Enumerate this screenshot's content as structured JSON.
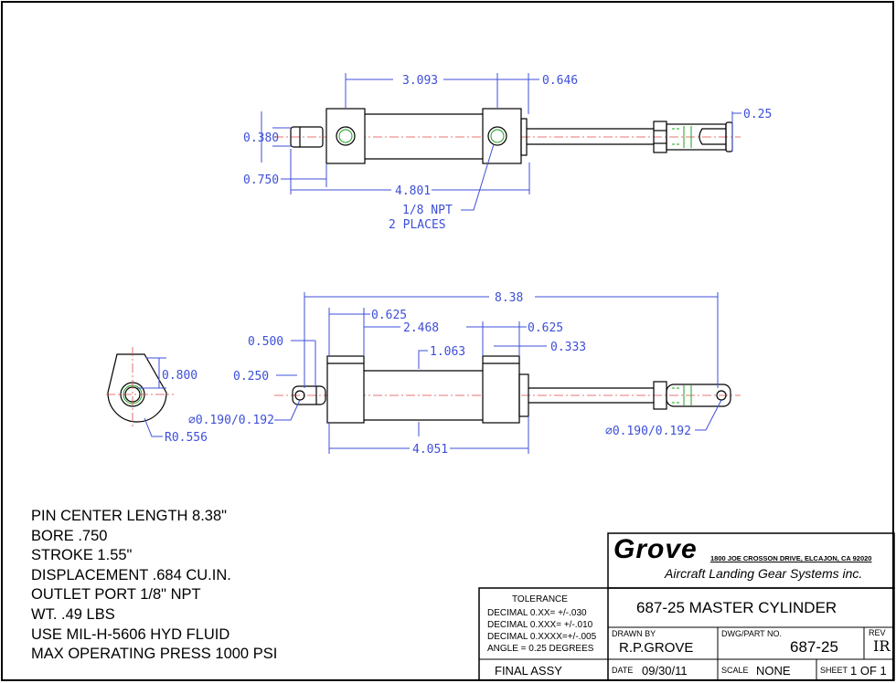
{
  "top_view": {
    "dim_3093": "3.093",
    "dim_0646": "0.646",
    "dim_025": "0.25",
    "dim_0380": "0.380",
    "dim_0750": "0.750",
    "dim_4801": "4.801",
    "port_note_line1": "1/8 NPT",
    "port_note_line2": "2 PLACES"
  },
  "side_view": {
    "dim_838": "8.38",
    "dim_0625a": "0.625",
    "dim_2468": "2.468",
    "dim_0625b": "0.625",
    "dim_0500": "0.500",
    "dim_1063": "1.063",
    "dim_0333": "0.333",
    "dim_0250": "0.250",
    "dim_pin_left": "⌀0.190/0.192",
    "dim_pin_right": "⌀0.190/0.192",
    "dim_4051": "4.051"
  },
  "end_view": {
    "dim_0800": "0.800",
    "dim_radius": "R0.556"
  },
  "notes": [
    "PIN CENTER LENGTH 8.38\"",
    "BORE .750",
    "STROKE 1.55\"",
    "DISPLACEMENT .684 CU.IN.",
    "OUTLET PORT 1/8\" NPT",
    "WT. .49 LBS",
    "USE MIL-H-5606 HYD FLUID",
    "MAX OPERATING PRESS 1000 PSI"
  ],
  "title_block": {
    "logo": "Grove",
    "address": "1800 JOE CROSSON DRIVE, ELCAJON, CA 92020",
    "company": "Aircraft Landing Gear Systems inc.",
    "tolerance_title": "TOLERANCE",
    "tolerance_lines": [
      "DECIMAL 0.XX=  +/-.030",
      "DECIMAL 0.XXX= +/-.010",
      "DECIMAL 0.XXXX=+/-.005",
      "ANGLE = 0.25 DEGREES"
    ],
    "title": "687-25 MASTER CYLINDER",
    "drawn_by_label": "DRAWN BY",
    "drawn_by": "R.P.GROVE",
    "dwg_label": "DWG/PART NO.",
    "dwg_no": "687-25",
    "rev_label": "REV",
    "rev": "IR",
    "final_assy": "FINAL ASSY",
    "date_label": "DATE",
    "date": "09/30/11",
    "scale_label": "SCALE",
    "scale": "NONE",
    "sheet_label": "SHEET",
    "sheet": "1 OF 1"
  }
}
